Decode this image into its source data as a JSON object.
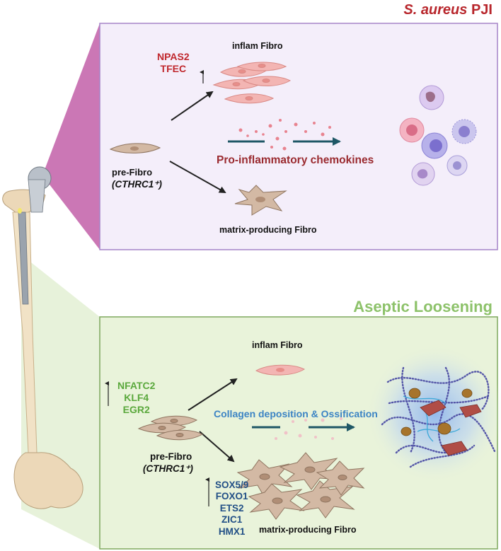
{
  "pji": {
    "title_italic": "S. aureus",
    "title_rest": "PJI",
    "up_genes": [
      "NPAS2",
      "TFEC"
    ],
    "inflam_label": "inflam Fibro",
    "prefibro_label": "pre-Fibro",
    "cthrc1_label": "(CTHRC1⁺)",
    "chemokines_label": "Pro-inflammatory chemokines",
    "matrix_label": "matrix-producing Fibro"
  },
  "aseptic": {
    "title": "Aseptic Loosening",
    "up_genes": [
      "NFATC2",
      "KLF4",
      "EGR2"
    ],
    "inflam_label": "inflam Fibro",
    "collagen_label": "Collagen deposition & Ossification",
    "prefibro_label": "pre-Fibro",
    "cthrc1_label": "(CTHRC1⁺)",
    "matrix_genes": [
      "SOX5/9",
      "FOXO1",
      "ETS2",
      "ZIC1",
      "HMX1"
    ],
    "matrix_label": "matrix-producing Fibro"
  },
  "colors": {
    "pji_panel_bg": "#f4eefa",
    "pji_panel_border": "#a583c7",
    "pji_wedge": "#c25fa8",
    "aseptic_panel_bg": "#e9f3da",
    "aseptic_panel_border": "#7fa85e",
    "aseptic_wedge": "#e4f1d6",
    "red_text": "#c0282d",
    "green_text": "#5aa83c",
    "blue_text": "#214f86",
    "collagen_text": "#3c84c4",
    "arrow_teal": "#1f5766",
    "fibro_pink": "#f3b5b3",
    "fibro_tan": "#d3b9a4"
  }
}
